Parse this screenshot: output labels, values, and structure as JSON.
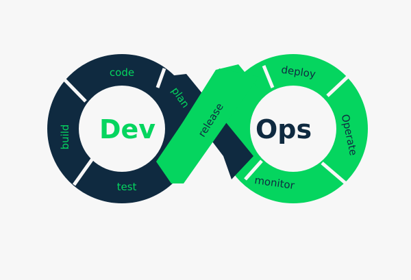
{
  "diagram": {
    "title_left": "Dev",
    "title_right": "Ops",
    "stages": {
      "code": "code",
      "plan": "plan",
      "build": "build",
      "test": "test",
      "release": "release",
      "deploy": "deploy",
      "operate": "Operate",
      "monitor": "monitor"
    }
  },
  "colors": {
    "navy": "#0f2a40",
    "green": "#05d55f",
    "background": "#f7f7f7"
  }
}
